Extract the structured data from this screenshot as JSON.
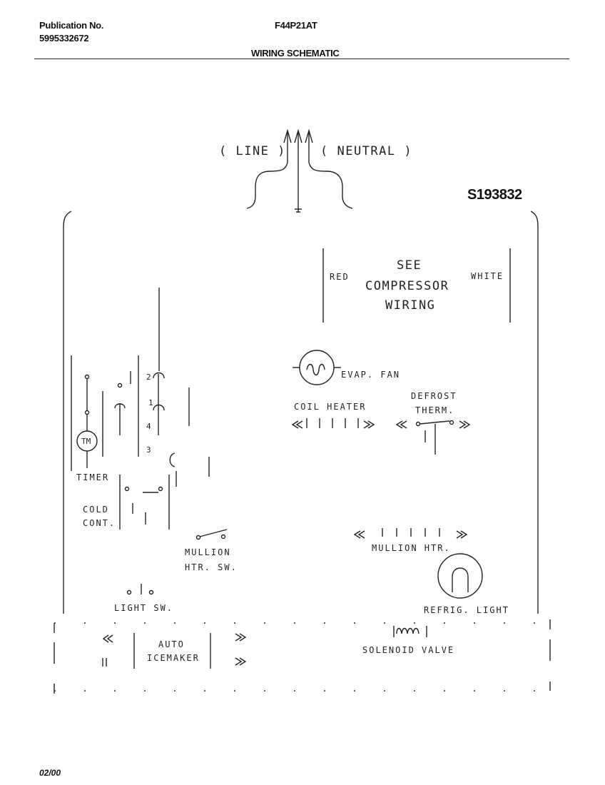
{
  "header": {
    "publication_label": "Publication No.",
    "publication_number": "5995332672",
    "model": "F44P21AT",
    "section_title": "WIRING SCHEMATIC"
  },
  "diagram": {
    "schematic_id": "S193832",
    "line_label": "( LINE )",
    "neutral_label": "( NEUTRAL )",
    "compressor": {
      "red_label": "RED",
      "white_label": "WHITE",
      "line1": "SEE",
      "line2": "COMPRESSOR",
      "line3": "WIRING"
    },
    "evap_fan_label": "EVAP. FAN",
    "coil_heater_label": "COIL HEATER",
    "defrost_therm_line1": "DEFROST",
    "defrost_therm_line2": "THERM.",
    "timer_label": "TIMER",
    "timer_motor_label": "TM",
    "cold_control_line1": "COLD",
    "cold_control_line2": "CONT.",
    "timer_terminals": [
      "2",
      "1",
      "4",
      "3"
    ],
    "mullion_sw_line1": "MULLION",
    "mullion_sw_line2": "HTR. SW.",
    "mullion_htr_label": "MULLION HTR.",
    "light_sw_label": "LIGHT SW.",
    "refrig_light_label": "REFRIG. LIGHT",
    "icemaker_line1": "AUTO",
    "icemaker_line2": "ICEMAKER",
    "solenoid_valve_label": "SOLENOID VALVE"
  },
  "footer": {
    "date": "02/00"
  }
}
